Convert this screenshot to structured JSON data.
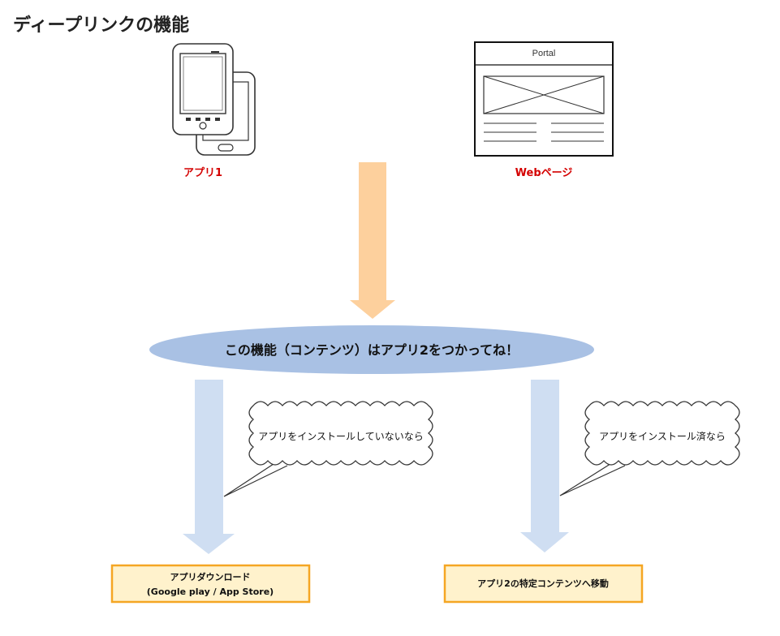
{
  "title": "ディープリンクの機能",
  "sources": {
    "app": {
      "label": "アプリ1",
      "icon": "smartphone-icon"
    },
    "web": {
      "label": "Webページ",
      "portal_label": "Portal",
      "icon": "webpage-wireframe-icon"
    }
  },
  "center": {
    "text": "この機能（コンテンツ）はアプリ2をつかってね！"
  },
  "branches": {
    "left": {
      "condition": "アプリをインストールしていないなら",
      "result_line1": "アプリダウンロード",
      "result_line2": "(Google play / App Store)"
    },
    "right": {
      "condition": "アプリをインストール済なら",
      "result_line1": "アプリ2の特定コンテンツへ移動"
    }
  },
  "colors": {
    "main_arrow": "#fdd09d",
    "branch_arrow": "#cfdef2",
    "ellipse_fill": "#a9c1e4",
    "box_fill": "#fff2cc",
    "box_border": "#f5a623",
    "label_red": "#d40000"
  }
}
